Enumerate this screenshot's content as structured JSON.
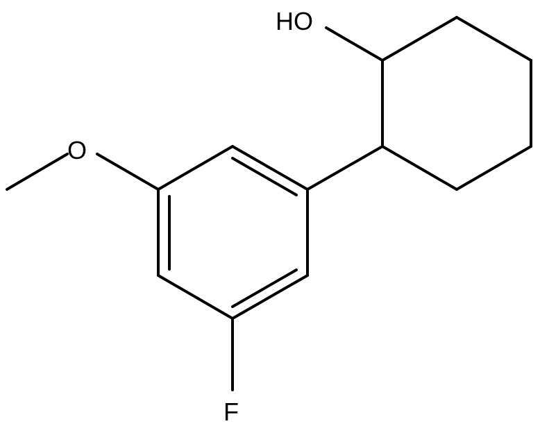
{
  "molecule": {
    "atom_labels": {
      "hydroxyl": "HO",
      "methoxy_oxygen": "O",
      "fluorine": "F"
    },
    "colors": {
      "bond": "#000000",
      "background": "#ffffff"
    }
  }
}
